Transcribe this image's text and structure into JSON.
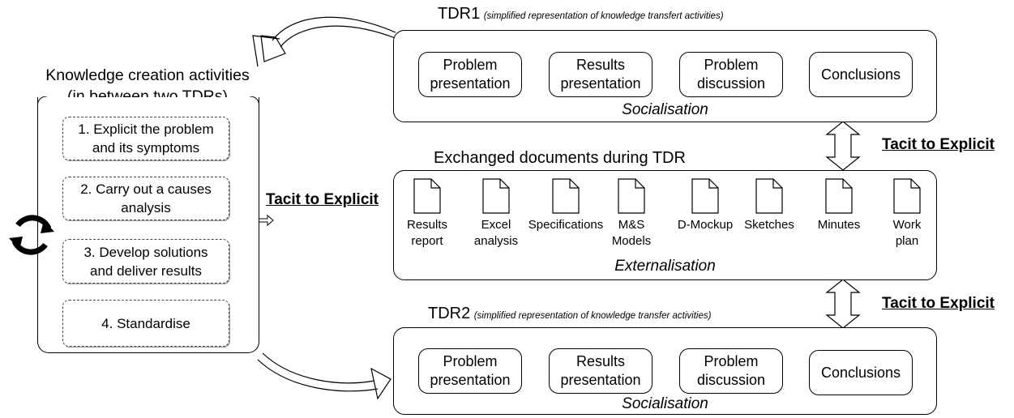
{
  "left_panel": {
    "title_line1": "Knowledge creation activities",
    "title_line2": "(in between two TDRs)",
    "steps": [
      "1. Explicit the problem\nand its symptoms",
      "2. Carry out a causes\nanalysis",
      "3. Develop solutions\nand deliver results",
      "4. Standardise"
    ],
    "cycle_icon": "refresh-cycle-icon"
  },
  "tdr1": {
    "title": "TDR1",
    "note": "(simplified representation of knowledge transfert activities)",
    "activities": [
      "Problem\npresentation",
      "Results\npresentation",
      "Problem\ndiscussion",
      "Conclusions"
    ],
    "label": "Socialisation"
  },
  "documents": {
    "title": "Exchanged documents during TDR",
    "items": [
      "Results\nreport",
      "Excel\nanalysis",
      "Specifications",
      "M&S\nModels",
      "D-Mockup",
      "Sketches",
      "Minutes",
      "Work\nplan"
    ],
    "label": "Externalisation"
  },
  "tdr2": {
    "title": "TDR2",
    "note": "(simplified representation of knowledge transfer activities)",
    "activities": [
      "Problem\npresentation",
      "Results\npresentation",
      "Problem\ndiscussion",
      "Conclusions"
    ],
    "label": "Socialisation"
  },
  "transitions": {
    "middle": "Tacit to Explicit",
    "top_right": "Tacit to Explicit",
    "bottom_right": "Tacit to Explicit"
  },
  "icons": {
    "document": "document-icon",
    "curved_arrow": "curved-arrow-icon",
    "double_arrow": "double-arrow-icon"
  }
}
